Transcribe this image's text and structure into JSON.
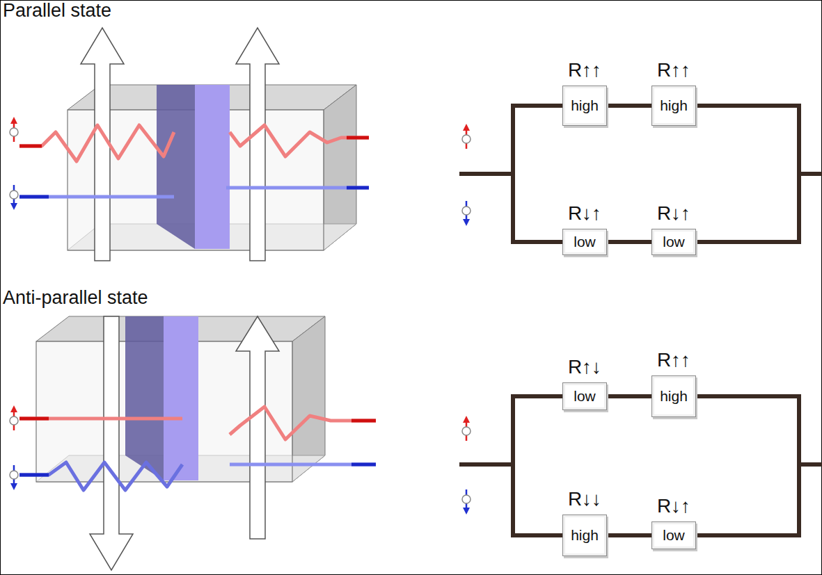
{
  "diagram": {
    "nodes": [
      {
        "text": [
          "R↑↑",
          "high"
        ]
      },
      {
        "text": [
          "R↑↑",
          "high"
        ]
      },
      {
        "text": [
          "R↓↑",
          "low"
        ]
      },
      {
        "text": [
          "R↓↑",
          "low"
        ]
      },
      {
        "text": [
          "R↑↓",
          "low"
        ]
      },
      {
        "text": [
          "R↑↑",
          "high"
        ]
      },
      {
        "text": [
          "R↓↓",
          "high"
        ]
      },
      {
        "text": [
          "R↓↑",
          "low"
        ]
      }
    ],
    "edges": [
      {
        "from": 0,
        "to": 1,
        "arrow": "none"
      },
      {
        "from": 2,
        "to": 3,
        "arrow": "none"
      },
      {
        "from": 4,
        "to": 5,
        "arrow": "none"
      },
      {
        "from": 6,
        "to": 7,
        "arrow": "none"
      }
    ],
    "labels": [
      "Parallel state",
      "Anti-parallel state"
    ]
  }
}
